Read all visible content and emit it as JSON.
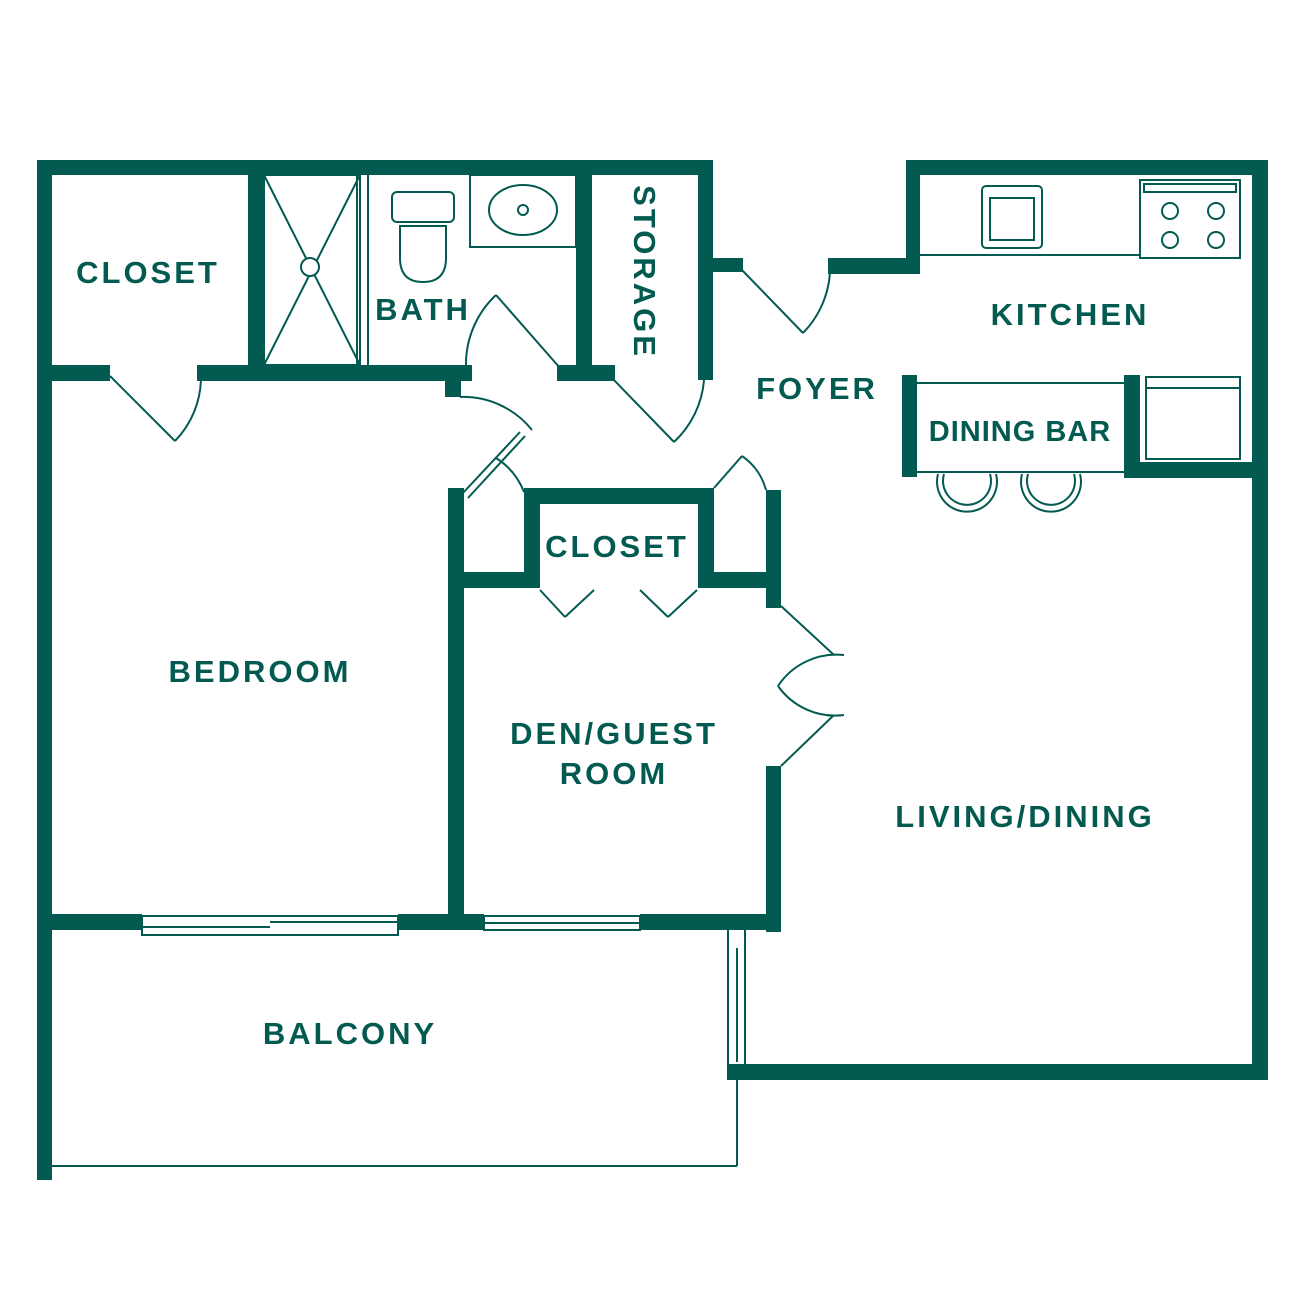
{
  "colors": {
    "ink": "#035a51",
    "background": "#ffffff"
  },
  "rooms": {
    "closet_top": "CLOSET",
    "bath": "BATH",
    "storage": "STORAGE",
    "foyer": "FOYER",
    "kitchen": "KITCHEN",
    "dining_bar": "DINING BAR",
    "closet_middle": "CLOSET",
    "bedroom": "BEDROOM",
    "den_line1": "DEN/GUEST",
    "den_line2": "ROOM",
    "living_dining": "LIVING/DINING",
    "balcony": "BALCONY"
  }
}
